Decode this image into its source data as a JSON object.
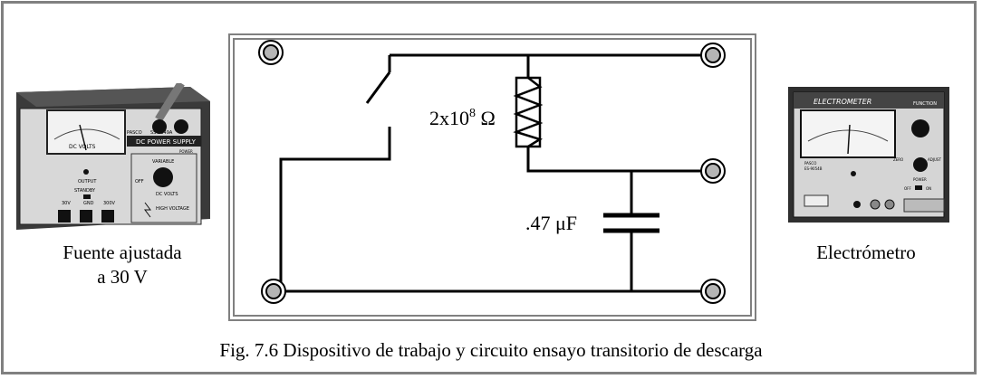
{
  "left_device": {
    "brand": "PASCO",
    "model": "SS-9049A",
    "panel_title": "DC POWER SUPPLY",
    "power_label": "POWER",
    "meter_units": "DC VOLTS",
    "output_label": "OUTPUT",
    "standby_label": "STANDBY",
    "terminals": [
      "30V",
      "GND",
      "300V"
    ],
    "variable_label": "VARIABLE",
    "knob_off": "OFF",
    "knob_units": "DC VOLTS",
    "high_voltage_label": "HIGH VOLTAGE",
    "caption_line1": "Fuente ajustada",
    "caption_line2": "a 30 V"
  },
  "right_device": {
    "panel_title": "ELECTROMETER",
    "function_label": "FUNCTION",
    "brand": "PASCO",
    "model": "ES-9054B",
    "zero_label": "ZERO",
    "adjust_label": "ADJUST",
    "power_label": "POWER",
    "off_label": "OFF",
    "on_label": "ON",
    "caption": "Electrómetro"
  },
  "circuit": {
    "resistor_label": "2x10",
    "resistor_exp": "8",
    "resistor_unit": " Ω",
    "capacitor_label": ".47 μF"
  },
  "caption": "Fig. 7.6  Dispositivo de trabajo y circuito ensayo transitorio de descarga"
}
